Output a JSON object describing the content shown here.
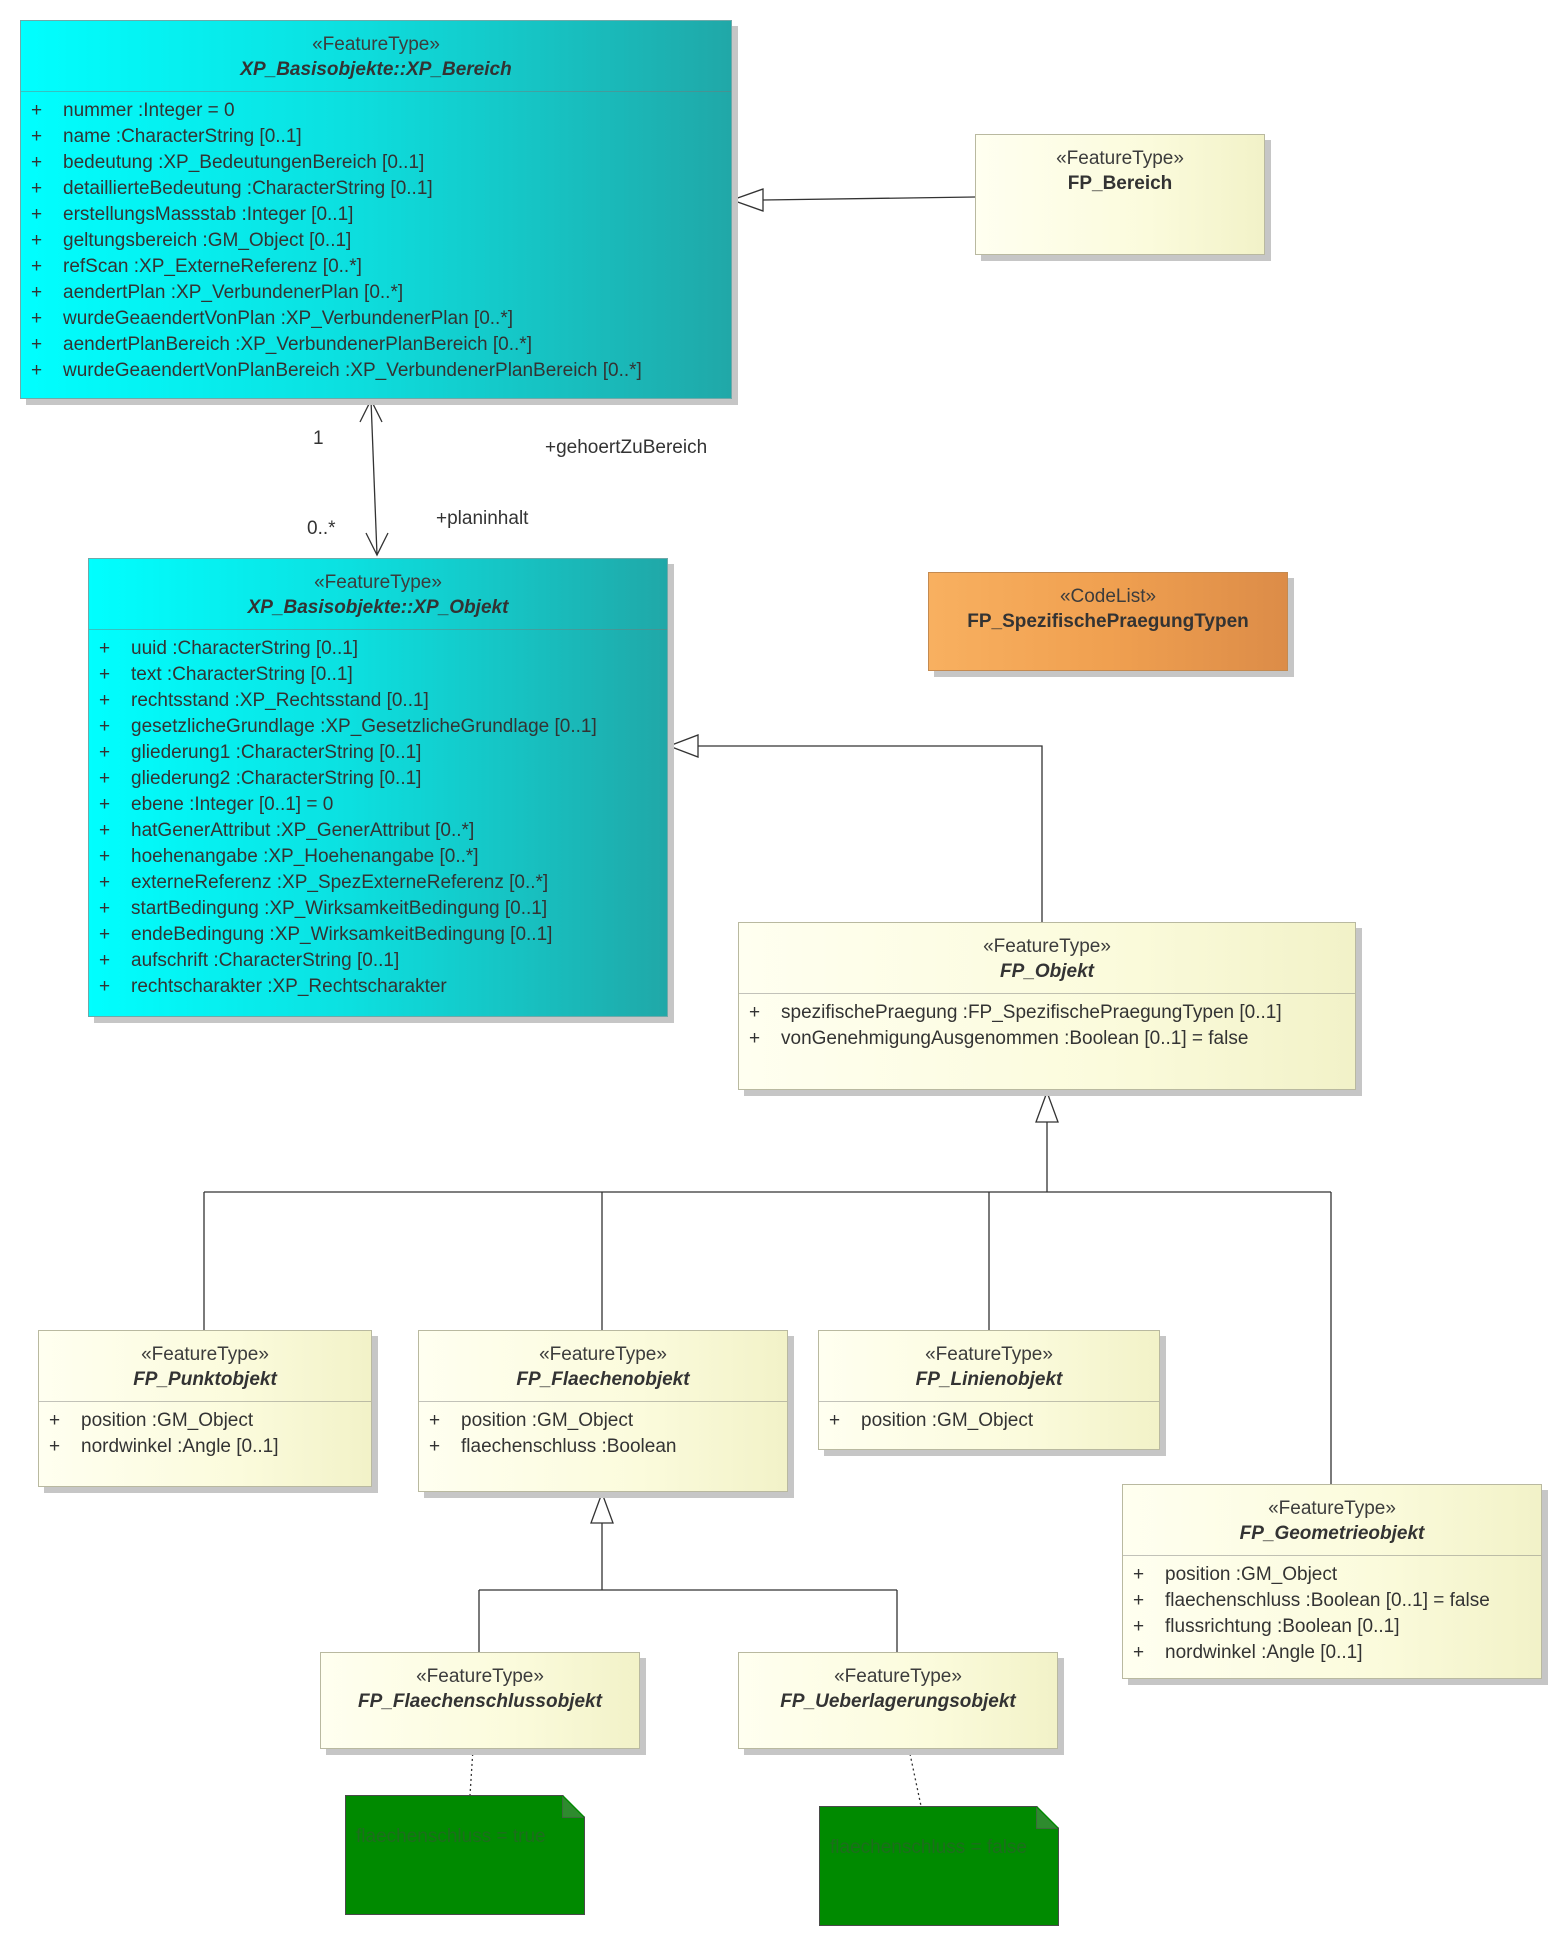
{
  "classes": {
    "xp_bereich": {
      "stereotype": "«FeatureType»",
      "name": "XP_Basisobjekte::XP_Bereich",
      "attributes": [
        {
          "vis": "+",
          "text": "nummer  :Integer = 0"
        },
        {
          "vis": "+",
          "text": "name  :CharacterString [0..1]"
        },
        {
          "vis": "+",
          "text": "bedeutung  :XP_BedeutungenBereich [0..1]"
        },
        {
          "vis": "+",
          "text": "detaillierteBedeutung  :CharacterString [0..1]"
        },
        {
          "vis": "+",
          "text": "erstellungsMassstab  :Integer [0..1]"
        },
        {
          "vis": "+",
          "text": "geltungsbereich  :GM_Object [0..1]"
        },
        {
          "vis": "+",
          "text": "refScan  :XP_ExterneReferenz [0..*]"
        },
        {
          "vis": "+",
          "text": "aendertPlan  :XP_VerbundenerPlan [0..*]"
        },
        {
          "vis": "+",
          "text": "wurdeGeaendertVonPlan  :XP_VerbundenerPlan [0..*]"
        },
        {
          "vis": "+",
          "text": "aendertPlanBereich  :XP_VerbundenerPlanBereich [0..*]"
        },
        {
          "vis": "+",
          "text": "wurdeGeaendertVonPlanBereich  :XP_VerbundenerPlanBereich [0..*]"
        }
      ]
    },
    "fp_bereich": {
      "stereotype": "«FeatureType»",
      "name": "FP_Bereich"
    },
    "xp_objekt": {
      "stereotype": "«FeatureType»",
      "name": "XP_Basisobjekte::XP_Objekt",
      "attributes": [
        {
          "vis": "+",
          "text": "uuid  :CharacterString [0..1]"
        },
        {
          "vis": "+",
          "text": "text  :CharacterString [0..1]"
        },
        {
          "vis": "+",
          "text": "rechtsstand  :XP_Rechtsstand [0..1]"
        },
        {
          "vis": "+",
          "text": "gesetzlicheGrundlage  :XP_GesetzlicheGrundlage [0..1]"
        },
        {
          "vis": "+",
          "text": "gliederung1  :CharacterString [0..1]"
        },
        {
          "vis": "+",
          "text": "gliederung2  :CharacterString [0..1]"
        },
        {
          "vis": "+",
          "text": "ebene  :Integer [0..1] = 0"
        },
        {
          "vis": "+",
          "text": "hatGenerAttribut  :XP_GenerAttribut [0..*]"
        },
        {
          "vis": "+",
          "text": "hoehenangabe  :XP_Hoehenangabe [0..*]"
        },
        {
          "vis": "+",
          "text": "externeReferenz  :XP_SpezExterneReferenz [0..*]"
        },
        {
          "vis": "+",
          "text": "startBedingung  :XP_WirksamkeitBedingung [0..1]"
        },
        {
          "vis": "+",
          "text": "endeBedingung  :XP_WirksamkeitBedingung [0..1]"
        },
        {
          "vis": "+",
          "text": "aufschrift  :CharacterString [0..1]"
        },
        {
          "vis": "+",
          "text": "rechtscharakter  :XP_Rechtscharakter"
        }
      ]
    },
    "fp_spezifische": {
      "stereotype": "«CodeList»",
      "name": "FP_SpezifischePraegungTypen"
    },
    "fp_objekt": {
      "stereotype": "«FeatureType»",
      "name": "FP_Objekt",
      "attributes": [
        {
          "vis": "+",
          "text": "spezifischePraegung  :FP_SpezifischePraegungTypen [0..1]"
        },
        {
          "vis": "+",
          "text": "vonGenehmigungAusgenommen  :Boolean [0..1] = false"
        }
      ]
    },
    "fp_punkt": {
      "stereotype": "«FeatureType»",
      "name": "FP_Punktobjekt",
      "attributes": [
        {
          "vis": "+",
          "text": "position  :GM_Object"
        },
        {
          "vis": "+",
          "text": "nordwinkel  :Angle [0..1]"
        }
      ]
    },
    "fp_flaeche": {
      "stereotype": "«FeatureType»",
      "name": "FP_Flaechenobjekt",
      "attributes": [
        {
          "vis": "+",
          "text": "position  :GM_Object"
        },
        {
          "vis": "+",
          "text": "flaechenschluss  :Boolean"
        }
      ]
    },
    "fp_linie": {
      "stereotype": "«FeatureType»",
      "name": "FP_Linienobjekt",
      "attributes": [
        {
          "vis": "+",
          "text": "position  :GM_Object"
        }
      ]
    },
    "fp_geometrie": {
      "stereotype": "«FeatureType»",
      "name": "FP_Geometrieobjekt",
      "attributes": [
        {
          "vis": "+",
          "text": "position  :GM_Object"
        },
        {
          "vis": "+",
          "text": "flaechenschluss  :Boolean [0..1] = false"
        },
        {
          "vis": "+",
          "text": "flussrichtung  :Boolean [0..1]"
        },
        {
          "vis": "+",
          "text": "nordwinkel  :Angle [0..1]"
        }
      ]
    },
    "fp_fschluss": {
      "stereotype": "«FeatureType»",
      "name": "FP_Flaechenschlussobjekt"
    },
    "fp_ueber": {
      "stereotype": "«FeatureType»",
      "name": "FP_Ueberlagerungsobjekt"
    }
  },
  "association": {
    "mult_top": "1",
    "mult_bottom": "0..*",
    "role_top": "+gehoertZuBereich",
    "role_bottom": "+planinhalt"
  },
  "notes": {
    "note_left": "flaechenschluss = true",
    "note_right": "flaechenschluss = false"
  },
  "colors": {
    "xp_fill": "#00ffff",
    "fp_fill": "#fbfbdc",
    "codelist_fill": "#f0a050",
    "note_fill": "#008a00",
    "line": "#333333"
  }
}
